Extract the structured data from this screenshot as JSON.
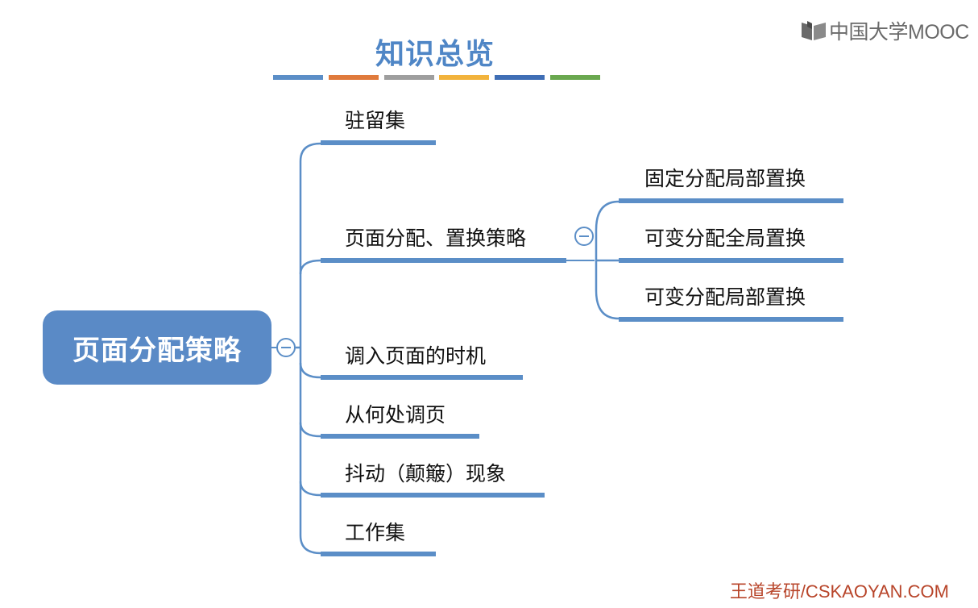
{
  "header": {
    "title": "知识总览",
    "color_bars": [
      "#5b8ec7",
      "#e07a3c",
      "#9e9e9e",
      "#f2b33c",
      "#3f6eb5",
      "#6aa84f"
    ]
  },
  "logo": {
    "text": "中国大学MOOC",
    "icon": "mooc-book-icon"
  },
  "mindmap": {
    "root": "页面分配策略",
    "branches": [
      {
        "label": "驻留集"
      },
      {
        "label": "页面分配、置换策略",
        "children": [
          "固定分配局部置换",
          "可变分配全局置换",
          "可变分配局部置换"
        ]
      },
      {
        "label": "调入页面的时机"
      },
      {
        "label": "从何处调页"
      },
      {
        "label": "抖动（颠簸）现象"
      },
      {
        "label": "工作集"
      }
    ]
  },
  "footer": {
    "watermark": "王道考研/CSKAOYAN.COM"
  },
  "colors": {
    "accent": "#5a8ac6",
    "line": "#5b8ec7",
    "watermark": "#b8452a"
  }
}
